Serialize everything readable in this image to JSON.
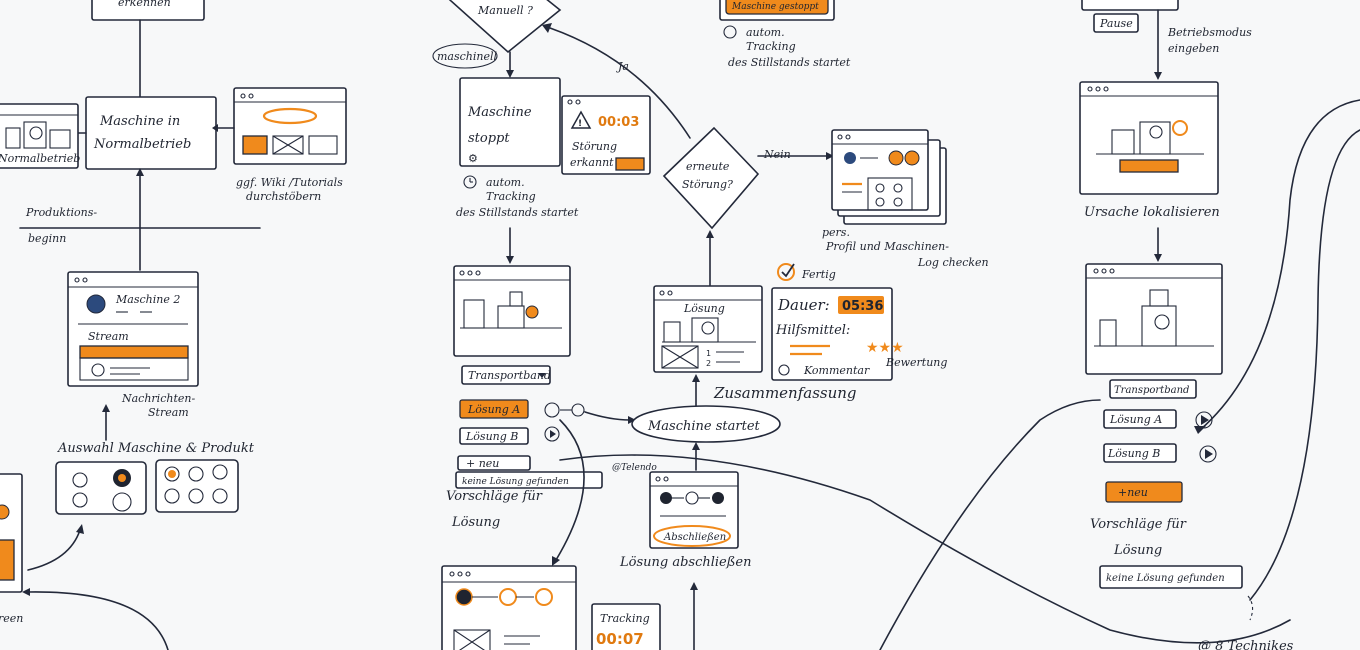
{
  "labels": {
    "erkennen": "erkennen",
    "maschine_normalbetrieb_1": "Maschine in",
    "maschine_normalbetrieb_2": "Normalbetrieb",
    "normalbetrieb_small": "Normalbetrieb",
    "wiki_1": "ggf. Wiki /Tutorials",
    "wiki_2": "durchstöbern",
    "produktion_1": "Produktions-",
    "produktion_2": "beginn",
    "maschine2": "Maschine 2",
    "stream": "Stream",
    "nachrichten_1": "Nachrichten-",
    "nachrichten_2": "Stream",
    "auswahl": "Auswahl Maschine & Produkt",
    "screen": "reen",
    "manuell": "Manuell ?",
    "maschinell": "maschinell",
    "maschine_stoppt_1": "Maschine",
    "maschine_stoppt_2": "stoppt",
    "timer1": "00:03",
    "stoerung_erkannt_1": "Störung",
    "stoerung_erkannt_2": "erkannt",
    "auto_tracking_1": "autom.",
    "auto_tracking_2": "Tracking",
    "auto_tracking_3": "des Stillstands startet",
    "ja": "Ja",
    "maschine_gestoppt": "Maschine gestoppt",
    "top_tracking_1": "autom.",
    "top_tracking_2": "Tracking",
    "top_tracking_3": "des Stillstands startet",
    "erneute_1": "erneute",
    "erneute_2": "Störung?",
    "nein": "Nein",
    "profil_1": "pers.",
    "profil_2": "Profil und Maschinen-",
    "profil_3": "Log checken",
    "loesung_label": "Lösung",
    "fertig": "Fertig",
    "dauer": "Dauer:",
    "dauer_value": "05:36",
    "hilfsmittel": "Hilfsmittel:",
    "kommentar": "Kommentar",
    "bewertung": "Bewertung",
    "zusammenfassung": "Zusammenfassung",
    "transportband": "Transportband",
    "loesung_a": "Lösung A",
    "loesung_b": "Lösung B",
    "neu": "+ neu",
    "keine_loesung": "keine Lösung gefunden",
    "vorschlaege_1": "Vorschläge für",
    "vorschlaege_2": "Lösung",
    "telendo": "@Telendo",
    "maschine_startet": "Maschine startet",
    "abschliessen": "Abschließen",
    "loesung_abschliessen": "Lösung abschließen",
    "tracking": "Tracking",
    "tracking_time": "00:07",
    "pause": "Pause",
    "betriebsmodus_1": "Betriebsmodus",
    "betriebsmodus_2": "eingeben",
    "ursache": "Ursache lokalisieren",
    "transportband_r": "Transportband",
    "loesung_a_r": "Lösung A",
    "loesung_b_r": "Lösung B",
    "neu_r": "+neu",
    "vorschlaege_r_1": "Vorschläge für",
    "vorschlaege_r_2": "Lösung",
    "keine_loesung_r": "keine Lösung gefunden",
    "techniker": "@ 8 Technikes"
  },
  "colors": {
    "accent": "#f08a1c",
    "ink": "#23293a",
    "paper": "#f7f8f9"
  }
}
